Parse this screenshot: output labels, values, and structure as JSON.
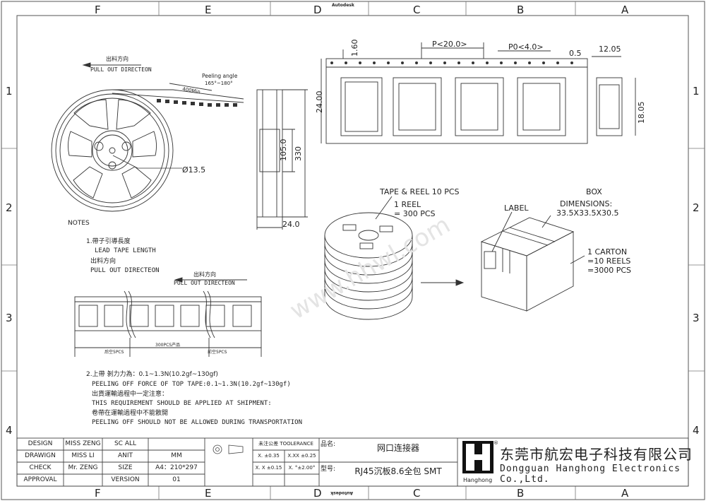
{
  "title_block": {
    "design_label": "DESIGN",
    "design_name": "MISS ZENG",
    "design_sc": "SC ALL",
    "drawing_label": "DRAWIGN",
    "drawing_name": "MISS LI",
    "unit_label": "ANIT",
    "unit_value": "MM",
    "check_label": "CHECK",
    "check_name": "Mr. ZENG",
    "size_label": "SIZE",
    "size_value": "A4：210*297",
    "approval_label": "APPROVAL",
    "version_label": "VERSION",
    "version_value": "01",
    "tol_header": "未注公差  TOOLERANCE",
    "tol_x": "X. ±0.35",
    "tol_xx": "X.XX ±0.25",
    "tol_xdot": "X. X ±0.15",
    "tol_angle": "X. °±2.00°",
    "product_label": "品名:",
    "product_value": "网口连接器",
    "model_label": "型号:",
    "model_value": "RJ45沉板8.6全包 SMT",
    "logo_sub": "Hanghong",
    "company_cn": "东莞市航宏电子科技有限公司",
    "company_en": "Dongguan Hanghong Electronics Co.,Ltd."
  },
  "border": {
    "columns_top": [
      "F",
      "E",
      "D",
      "C",
      "B",
      "A"
    ],
    "rows": [
      "1",
      "2",
      "3",
      "4"
    ],
    "autodesk": "Autodesk"
  },
  "reel": {
    "cn_direction": "出料方向",
    "pull_out": "PULL OUT DIRECTEON",
    "peeling": "Peeling angle",
    "peeling_range": "165°~180°",
    "min_400": "400Min",
    "hub_dia": "Ø13.5",
    "notes": "NOTES"
  },
  "reel_side": {
    "dim_105": "105.0",
    "dim_330": "330",
    "dim_24": "24.0"
  },
  "tape": {
    "dim_160": "1.60",
    "pitch_p": "P<20.0>",
    "pitch_p0": "P0<4.0>",
    "dim_05": "0.5",
    "dim_1205": "12.05",
    "dim_24": "24.00",
    "dim_1805": "18.05"
  },
  "packing": {
    "tape_reel": "TAPE & REEL 10 PCS",
    "reel_1": "1 REEL",
    "reel_qty": "= 300 PCS",
    "label": "LABEL",
    "box": "BOX",
    "dimensions": "DIMENSIONS:",
    "dim_value": "33.5X33.5X30.5",
    "carton": "1 CARTON",
    "reels_10": "=10 REELS",
    "pcs_3000": "=3000 PCS",
    "watermark": "www.hhwl.com"
  },
  "notes": {
    "n1_cn": "1.帶子引導長度",
    "n1_en": "LEAD TAPE LENGTH",
    "n1_dir_cn": "出料方向",
    "n1_dir_en": "PULL OUT DIRECTEON",
    "strip_dir_cn": "出料方向",
    "strip_dir_en": "PULL OUT DIRECTEON",
    "empty_left": "后空5PCS",
    "count_300": "300PCS产品",
    "empty_right": "前空5PCS",
    "n2_cn": "2.上帶 剝力力為：0.1~1.3N(10.2gf~130gf)",
    "n2_en": "PEELING OFF FORCE OF TOP TAPE:0.1~1.3N(10.2gf~130gf)",
    "n2_cn2": "出貨運輸過程中一定注意：",
    "n2_en2": "THIS REQUIREMENT SHOULD BE APPLIED AT SHIPMENT:",
    "n2_cn3": "卷帶在運輸過程中不能散開",
    "n2_en3": "PEELING OFF SHOULD NOT BE ALLOWED DURING TRANSPORTATION"
  }
}
